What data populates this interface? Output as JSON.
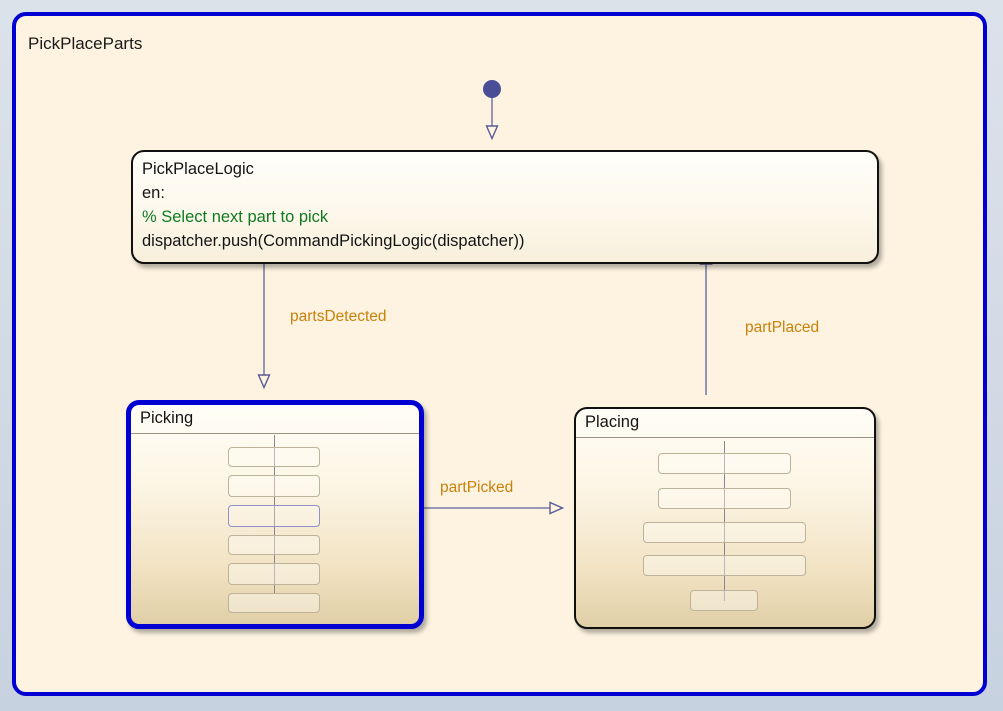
{
  "diagram": {
    "type": "statechart",
    "chart_name": "PickPlaceParts",
    "canvas_background": "#d6dee8",
    "chart_border_color": "#0000d2",
    "chart_fill_color": "#fdf3e0",
    "active_state_border_color": "#0000d2",
    "inactive_state_border_color": "#101010",
    "transition_color": "#7b7ca8",
    "transition_label_color": "#c8820b",
    "comment_color": "#0f7a22"
  },
  "states": {
    "logic": {
      "name": "PickPlaceLogic",
      "entry_keyword": "en:",
      "comment": "% Select next part to pick",
      "action": "dispatcher.push(CommandPickingLogic(dispatcher))",
      "active": false
    },
    "picking": {
      "name": "Picking",
      "active": true,
      "substate_count": 6,
      "selected_substate_index": 3
    },
    "placing": {
      "name": "Placing",
      "active": false,
      "substate_count": 5,
      "selected_substate_index": 0
    }
  },
  "transitions": [
    {
      "id": "default",
      "label": "",
      "from": "default-junction",
      "to": "PickPlaceLogic"
    },
    {
      "id": "partsDetected",
      "label": "partsDetected",
      "from": "PickPlaceLogic",
      "to": "Picking"
    },
    {
      "id": "partPicked",
      "label": "partPicked",
      "from": "Picking",
      "to": "Placing"
    },
    {
      "id": "partPlaced",
      "label": "partPlaced",
      "from": "Placing",
      "to": "PickPlaceLogic"
    }
  ]
}
